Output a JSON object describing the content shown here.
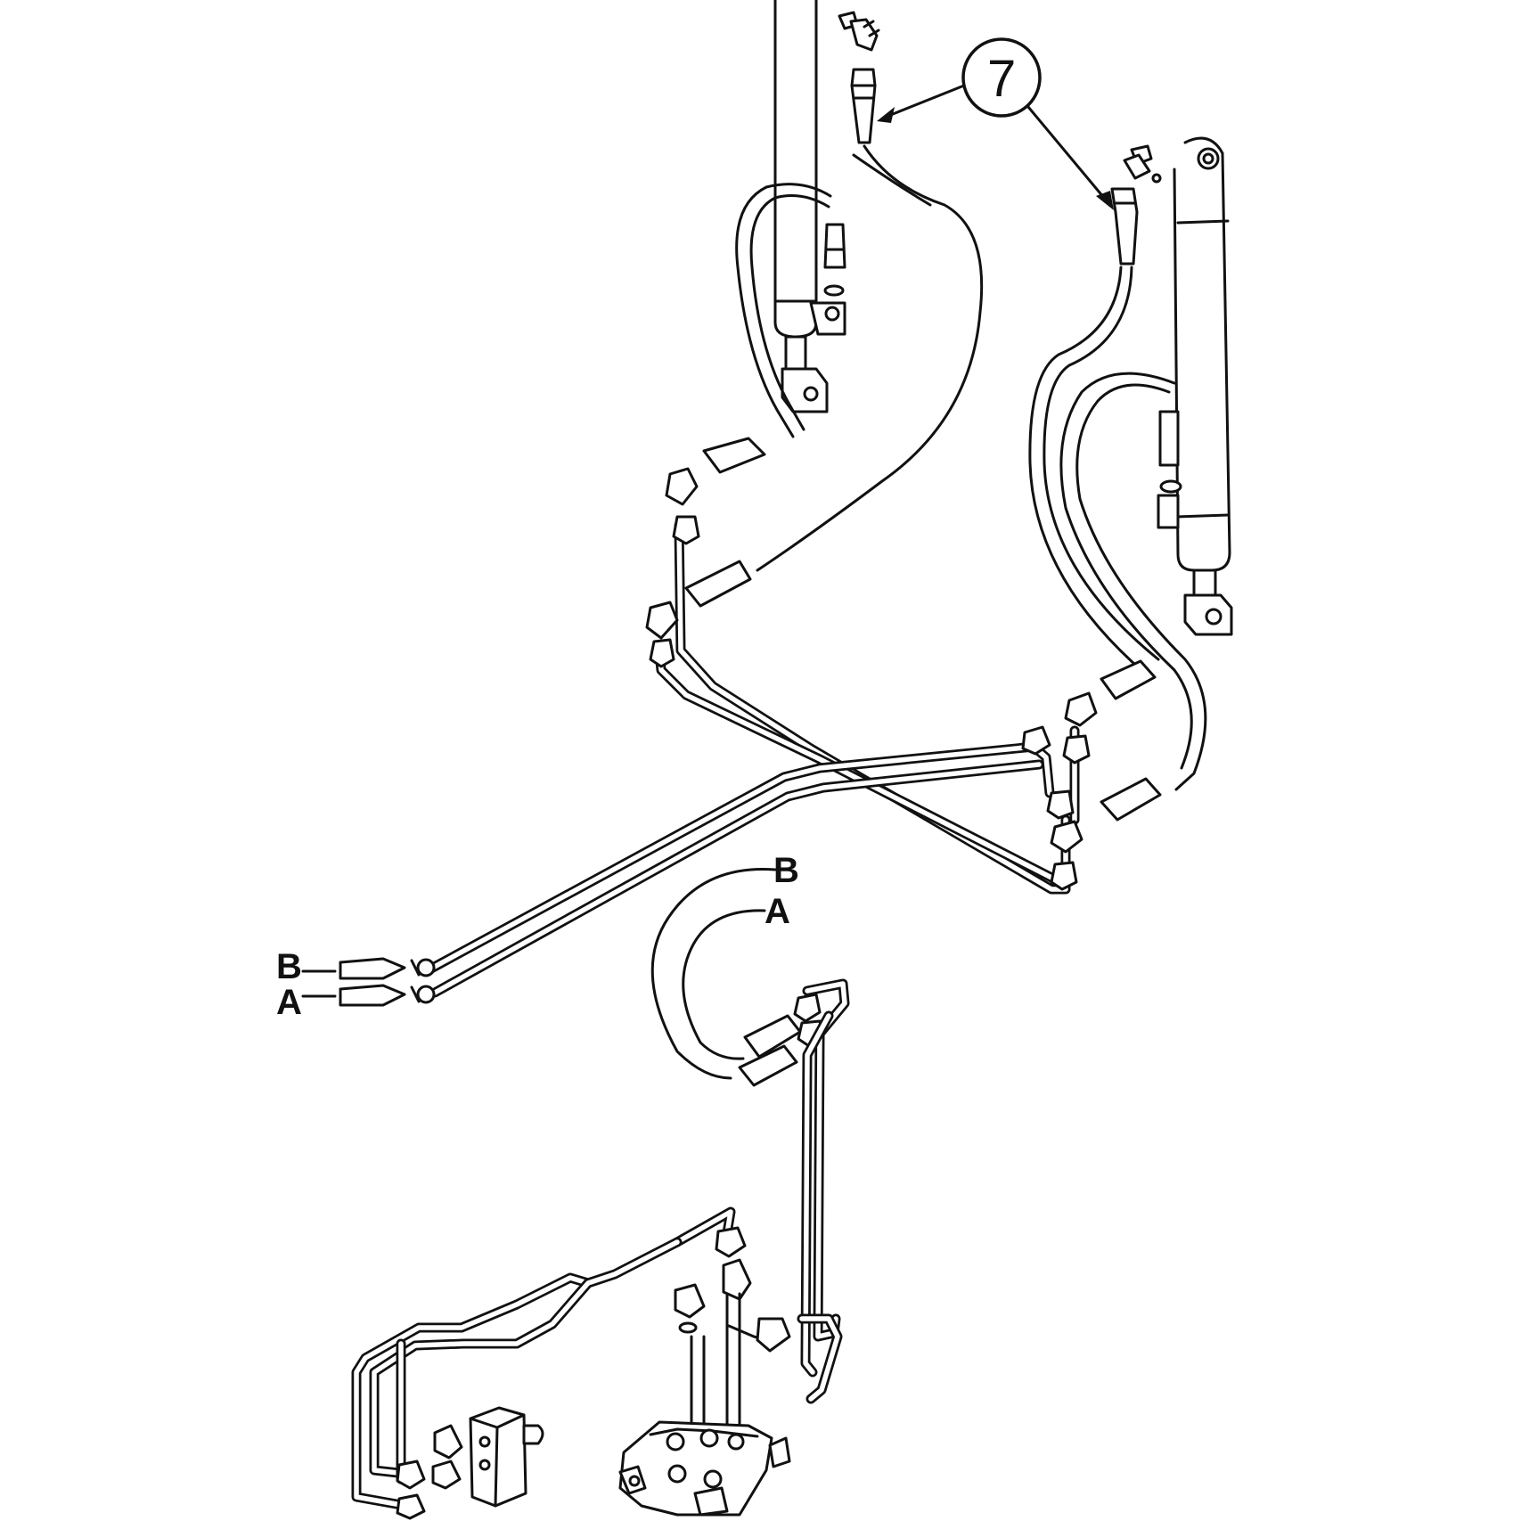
{
  "callout": {
    "number": "7"
  },
  "labels": {
    "left_b": "B",
    "left_a": "A",
    "center_b": "B",
    "center_a": "A"
  }
}
